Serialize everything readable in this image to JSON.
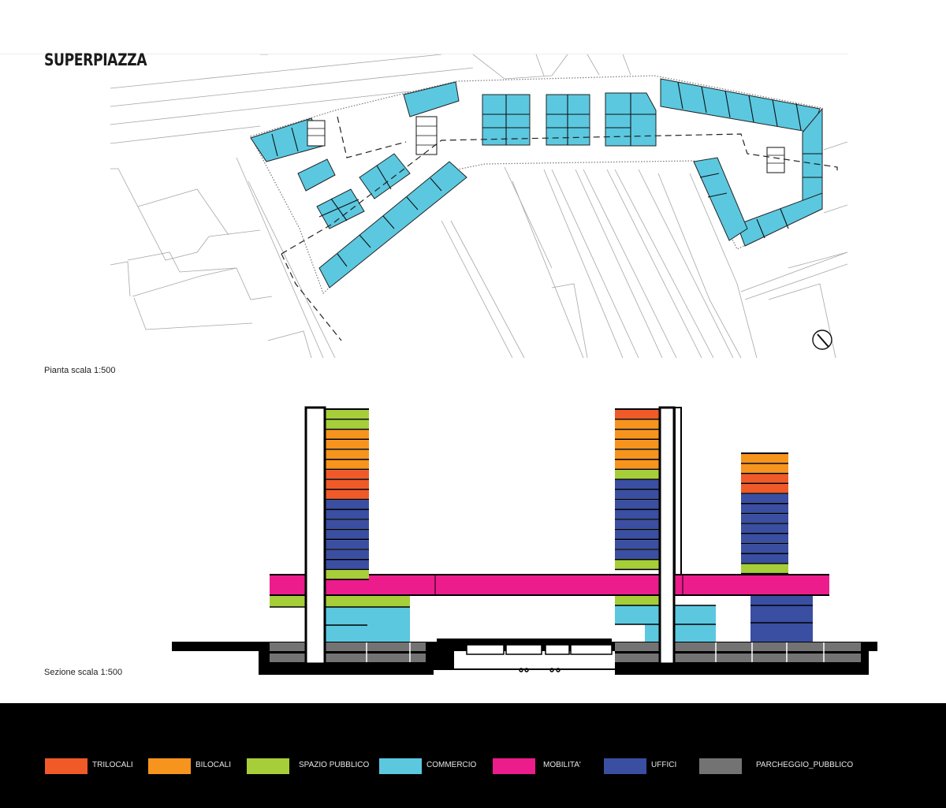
{
  "title": "SUPERPIAZZA",
  "plan": {
    "caption": "Pianta scala 1:500"
  },
  "section": {
    "caption": "Sezione  scala 1:500"
  },
  "colors": {
    "trilocali": "#ef5a28",
    "bilocali": "#f7941d",
    "spazio_pubblico": "#a6ce39",
    "commercio": "#5bc8e0",
    "mobilita": "#ec1c8c",
    "uffici": "#3a4ea2",
    "parcheggio": "#737373",
    "plan_fill": "#5bc8e0",
    "plan_line": "#999999"
  },
  "legend": [
    {
      "label": "TRILOCALI",
      "color": "#ef5a28"
    },
    {
      "label": "BILOCALI",
      "color": "#f7941d"
    },
    {
      "label": "SPAZIO PUBBLICO",
      "color": "#a6ce39"
    },
    {
      "label": "COMMERCIO",
      "color": "#5bc8e0"
    },
    {
      "label": "MOBILITA'",
      "color": "#ec1c8c"
    },
    {
      "label": "UFFICI",
      "color": "#3a4ea2"
    },
    {
      "label": "PARCHEGGIO_PUBBLICO",
      "color": "#737373"
    }
  ],
  "towers": [
    {
      "id": "tower-left",
      "floors": [
        "spazio_pubblico",
        "spazio_pubblico",
        "bilocali",
        "bilocali",
        "bilocali",
        "bilocali",
        "trilocali",
        "trilocali",
        "trilocali",
        "uffici",
        "uffici",
        "uffici",
        "uffici",
        "uffici",
        "uffici",
        "uffici",
        "spazio_pubblico"
      ]
    },
    {
      "id": "tower-center",
      "floors": [
        "trilocali",
        "bilocali",
        "bilocali",
        "bilocali",
        "bilocali",
        "bilocali",
        "spazio_pubblico",
        "uffici",
        "uffici",
        "uffici",
        "uffici",
        "uffici",
        "uffici",
        "uffici",
        "uffici",
        "spazio_pubblico"
      ]
    },
    {
      "id": "tower-right",
      "floors": [
        "bilocali",
        "bilocali",
        "trilocali",
        "trilocali",
        "uffici",
        "uffici",
        "uffici",
        "uffici",
        "uffici",
        "uffici",
        "uffici",
        "spazio_pubblico"
      ]
    }
  ]
}
